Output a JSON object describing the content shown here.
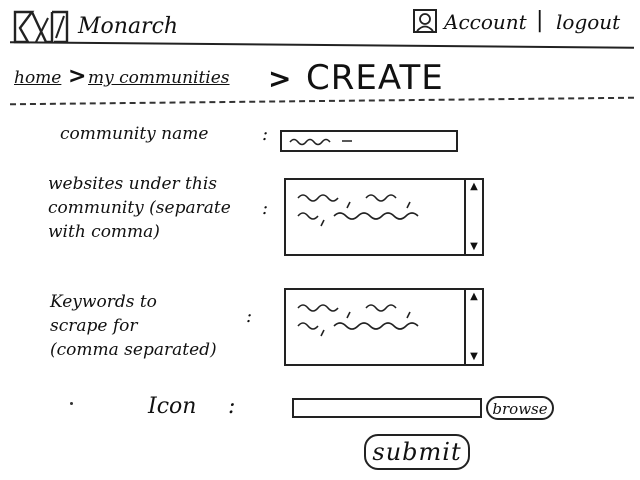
{
  "header": {
    "brand": "Monarch",
    "account_label": "Account",
    "separator": "|",
    "logout_label": "logout"
  },
  "breadcrumb": {
    "home": "home",
    "arrow": ">",
    "my_communities": "my communities",
    "current": "CREATE"
  },
  "form": {
    "name_label": "community name",
    "sites_label": [
      "websites under this",
      "community (separate",
      "with comma)"
    ],
    "keywords_label": [
      "Keywords to",
      "scrape for",
      "(comma separated)"
    ],
    "icon_label": "Icon",
    "colon": ":",
    "browse_label": "browse",
    "submit_label": "submit"
  }
}
